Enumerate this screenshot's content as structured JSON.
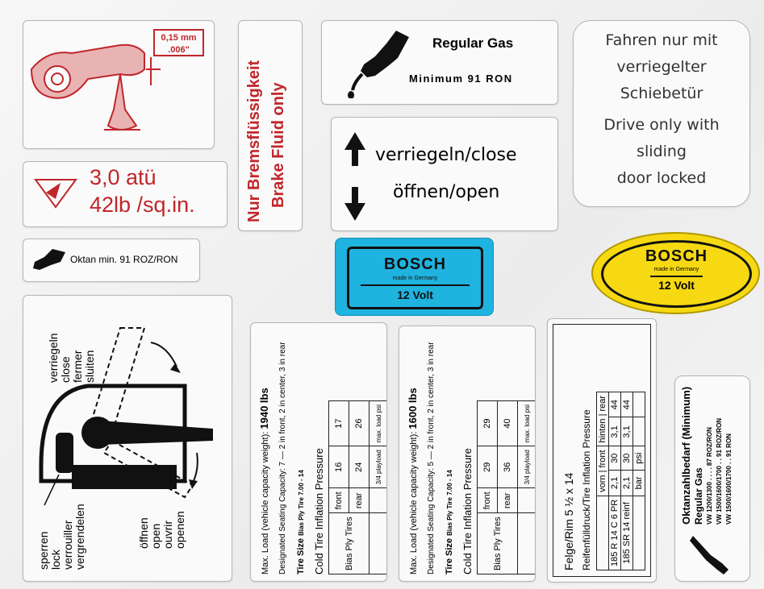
{
  "colors": {
    "label_red": "#c0262b",
    "bosch_blue": "#1fb3df",
    "bosch_yellow": "#f6d912"
  },
  "clearance": {
    "metric": "0,15 mm",
    "imperial": ".006\""
  },
  "tire_pressure": {
    "metric": "3,0 atü",
    "imperial": "42lb /sq.in."
  },
  "brake": {
    "line1": "Nur Bremsflüssigkeit",
    "line2": "Brake Fluid only"
  },
  "gas": {
    "title": "Regular Gas",
    "subtitle": "Minimum 91 RON"
  },
  "lock_arrows": {
    "close": "verriegeln/close",
    "open": "öffnen/open"
  },
  "sliding": {
    "de1": "Fahren nur mit",
    "de2": "verriegelter",
    "de3": "Schiebetür",
    "en1": "Drive only with",
    "en2": "sliding",
    "en3": "door locked"
  },
  "oktan_small": {
    "text": "Oktan min. 91 ROZ/RON"
  },
  "bosch_blue": {
    "brand": "BOSCH",
    "made": "made in Germany",
    "volt": "12 Volt"
  },
  "bosch_yellow": {
    "brand": "BOSCH",
    "made": "made in Germany",
    "volt": "12 Volt"
  },
  "handle": {
    "lock_words": [
      "verriegeln",
      "close",
      "fermer",
      "sluiten"
    ],
    "unlock_words": [
      "sperren",
      "lock",
      "verrouiller",
      "vergrendelen"
    ],
    "open_words": [
      "öffnen",
      "open",
      "ouvrir",
      "openen"
    ]
  },
  "load1": {
    "max_load": "Max. Load (vehicle capacity weight):",
    "max_load_value": "1940 lbs",
    "seating": "Designated Seating Capacity: 7",
    "seat_front": "2 in front",
    "seat_center": "2 in center",
    "seat_rear": "3 in rear",
    "tire_size_label": "Tire Size",
    "tire_size_value": "Bias Ply Tire 7.00 - 14",
    "cold": "Cold Tire Inflation Pressure",
    "payload_head": "3/4 playload",
    "maxload_head": "max. load",
    "psi": "psi",
    "front_label": "front",
    "rear_label": "rear",
    "front_payload": "16",
    "rear_payload": "24",
    "front_max": "17",
    "rear_max": "26",
    "bias": "Bias Ply Tires"
  },
  "load2": {
    "max_load": "Max. Load (vehicle capacity weight):",
    "max_load_value": "1600 lbs",
    "seating": "Designated Seating Capacity: 5",
    "seat_front": "2 in front",
    "seat_center": "2 in center",
    "seat_rear": "3 in rear",
    "tire_size_label": "Tire Size",
    "tire_size_value": "Bias Ply Tire 7.00 - 14",
    "cold": "Cold Tire Inflation Pressure",
    "payload_head": "3/4 playload",
    "maxload_head": "max. load",
    "psi": "psi",
    "front_label": "front",
    "rear_label": "rear",
    "front_payload": "29",
    "rear_payload": "36",
    "front_max": "29",
    "rear_max": "40",
    "bias": "Bias Ply Tires"
  },
  "rim": {
    "title": "Felge/Rim 5 ½ x 14",
    "subtitle": "Reifenfülldruck/Tire Inflation Pressure",
    "col_front": "vorn | front",
    "col_rear": "hinten | rear",
    "row1_label": "185 R 14 C 6 PR",
    "row2_label": "185 SR 14 reinf",
    "row1_front": "2,1",
    "row1_front_psi": "30",
    "row1_rear": "3,1",
    "row1_rear_psi": "44",
    "row2_front": "2,1",
    "row2_front_psi": "30",
    "row2_rear": "3,1",
    "row2_rear_psi": "44",
    "bar": "bar",
    "psi": "psi"
  },
  "oktanbedarf": {
    "title": "Oktanzahlbedarf (Minimum)",
    "subtitle": "Regular Gas",
    "row1": "VW 1200/1300 . . . . 87 ROZ/RON",
    "row2": "VW 1500/1600/1700 . . 91 ROZ/RON",
    "row3": "VW 1500/1600/1700 . . 91 RON"
  }
}
